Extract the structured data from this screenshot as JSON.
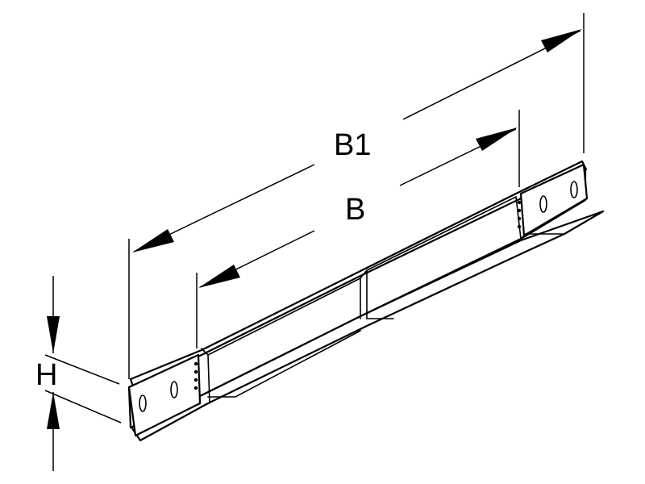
{
  "dimensions": {
    "overall_width_label": "B1",
    "inner_width_label": "B",
    "height_label": "H"
  }
}
